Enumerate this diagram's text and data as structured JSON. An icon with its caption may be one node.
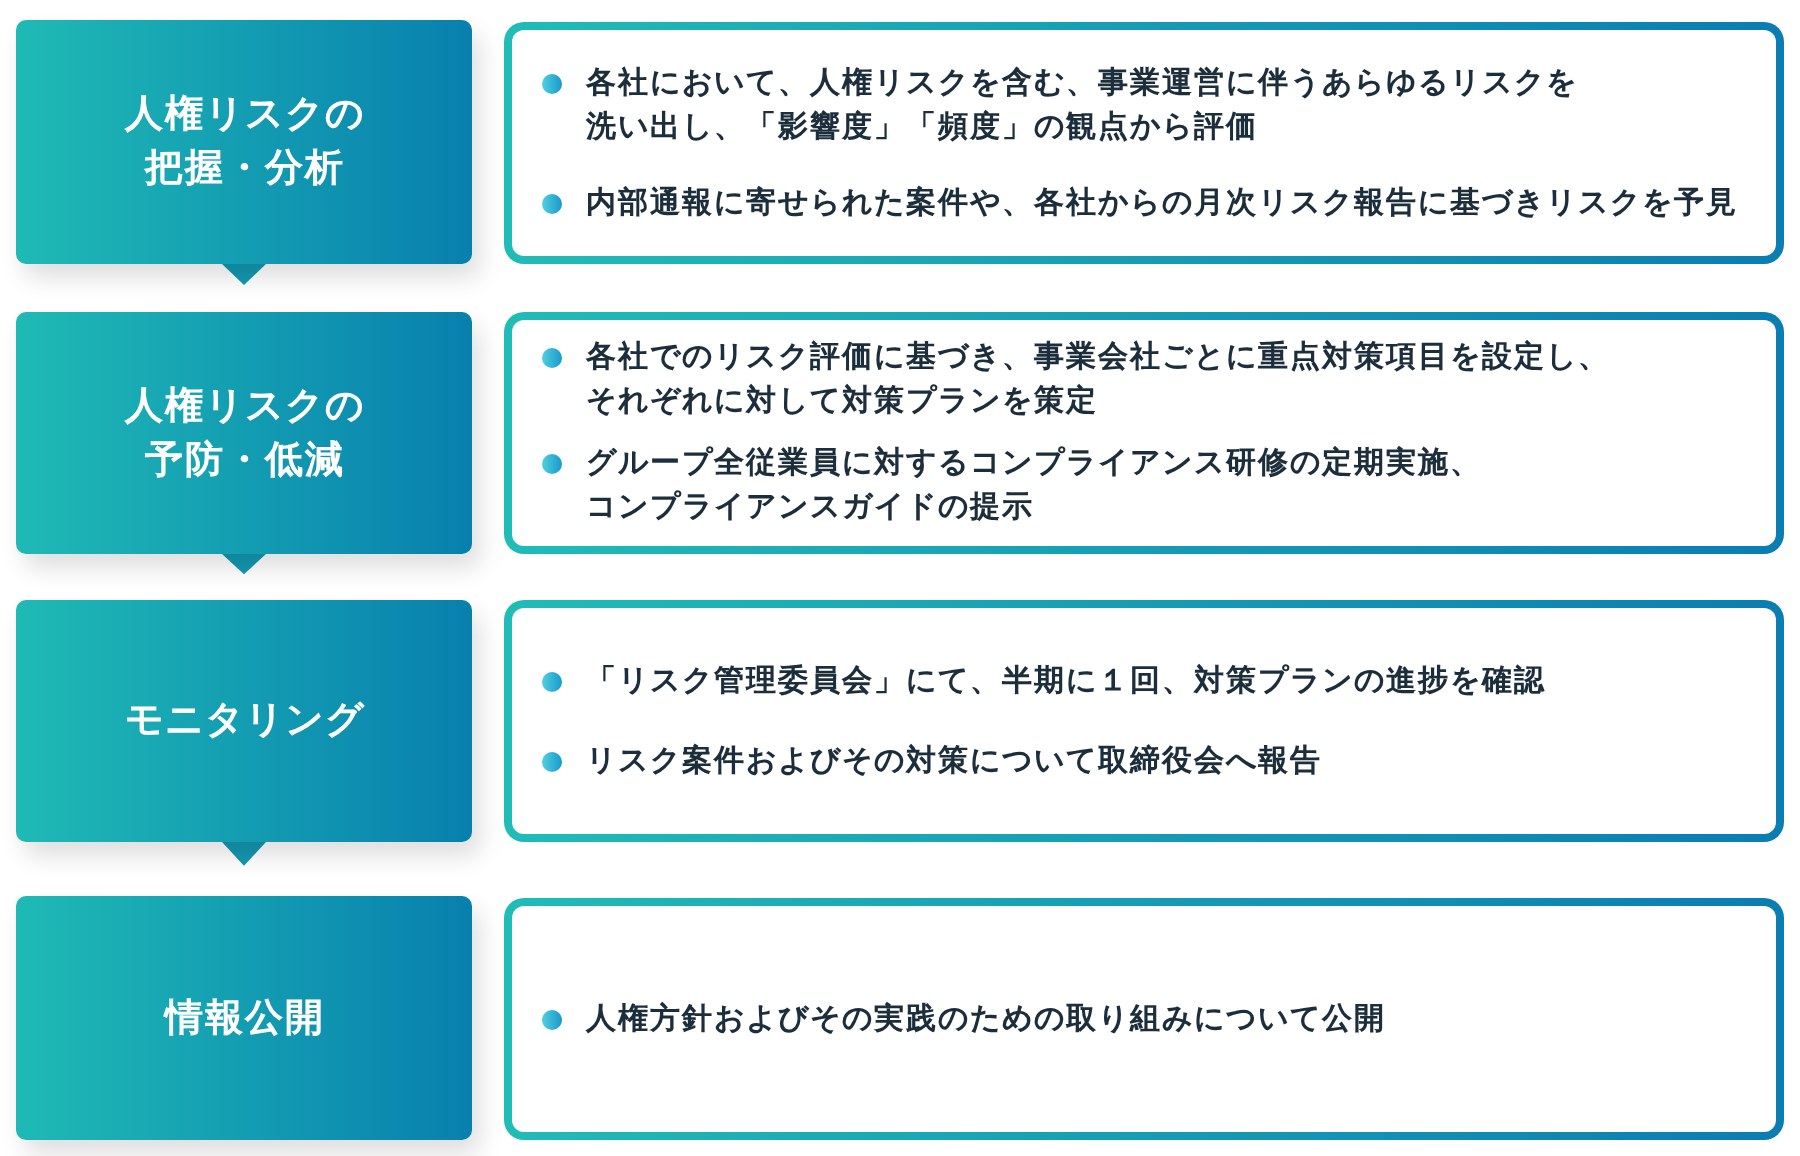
{
  "diagram": {
    "nodes": [
      {
        "text": [
          "人権リスクの把握・分析"
        ]
      },
      {
        "text": [
          "人権リスクの予防・低減"
        ]
      },
      {
        "text": [
          "モニタリング"
        ]
      },
      {
        "text": [
          "情報公開"
        ]
      },
      {
        "text": [
          "各社において、人権リスクを含む、事業運営に伴うあらゆるリスクを洗い出し、「影響度」「頻度」の観点から評価",
          "内部通報に寄せられた案件や、各社からの月次リスク報告に基づきリスクを予見"
        ]
      },
      {
        "text": [
          "各社でのリスク評価に基づき、事業会社ごとに重点対策項目を設定し、それぞれに対して対策プランを策定",
          "グループ全従業員に対するコンプライアンス研修の定期実施、コンプライアンスガイドの提示"
        ]
      },
      {
        "text": [
          "「リスク管理委員会」にて、半期に１回、対策プランの進捗を確認",
          "リスク案件およびその対策について取締役会へ報告"
        ]
      },
      {
        "text": [
          "人権方針およびその実践のための取り組みについて公開"
        ]
      }
    ],
    "edges": [
      {
        "from": 0,
        "to": 1,
        "arrow": "to"
      },
      {
        "from": 1,
        "to": 2,
        "arrow": "to"
      },
      {
        "from": 2,
        "to": 3,
        "arrow": "to"
      }
    ]
  }
}
